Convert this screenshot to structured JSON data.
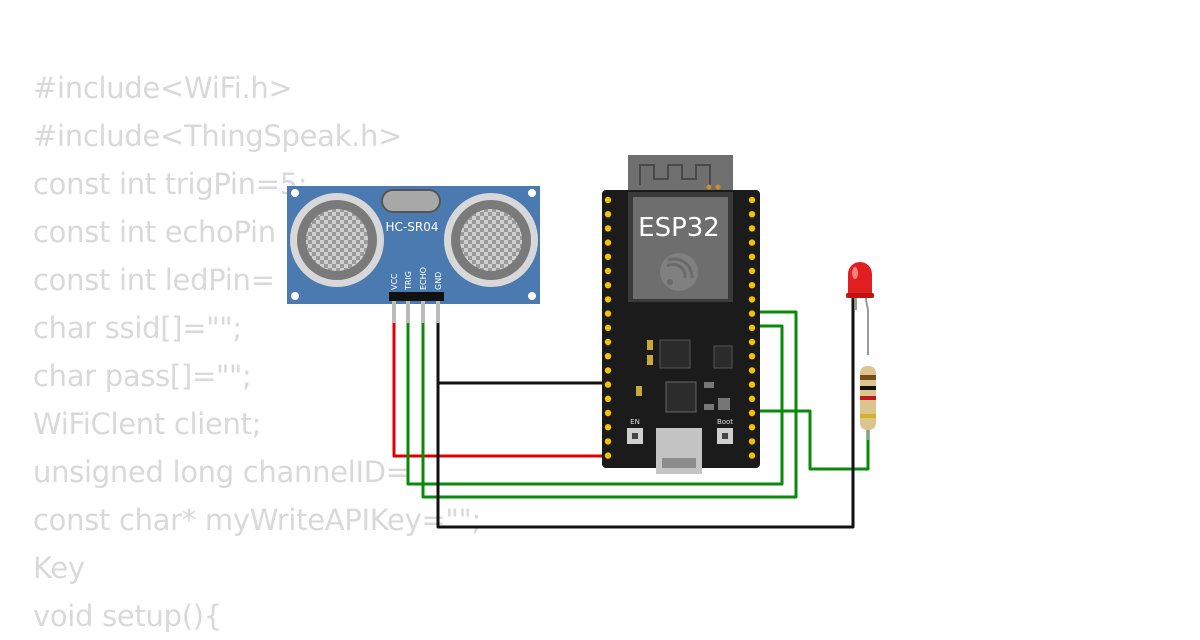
{
  "code_lines": [
    "#include<WiFi.h>",
    "#include<ThingSpeak.h>",
    "const int trigPin=5;",
    "const int echoPin",
    "const int ledPin=",
    "char ssid[]=\"\";",
    "char pass[]=\"\";",
    "WiFiClent client;",
    "unsigned long channelID=",
    "const char* myWriteAPIKey=\"\";",
    "Key",
    "void setup(){"
  ],
  "sensor": {
    "model": "HC-SR04",
    "pins": [
      "VCC",
      "TRIG",
      "ECHO",
      "GND"
    ],
    "color": "#4a7ab0"
  },
  "board": {
    "label": "ESP32",
    "en_label": "EN",
    "boot_label": "Boot",
    "color": "#1b1b1b"
  },
  "led": {
    "color": "#e02020"
  },
  "wires": {
    "power_color": "#e00000",
    "ground_color": "#111111",
    "signal_color": "#0a8a0a"
  }
}
